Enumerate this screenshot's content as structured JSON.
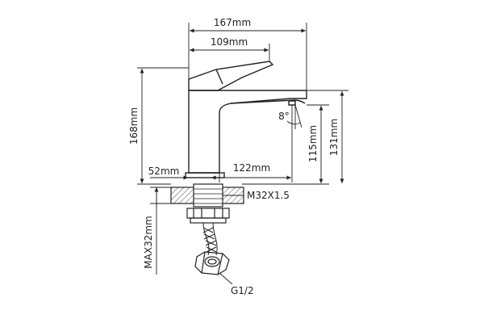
{
  "dimensions": {
    "overall_length": "167mm",
    "handle_length": "109mm",
    "total_height": "168mm",
    "spout_clearance": "115mm",
    "spout_height": "131mm",
    "base_width": "52mm",
    "spout_reach": "122mm",
    "max_counter_thickness": "MAX32mm",
    "aerator_angle": "8°"
  },
  "labels": {
    "thread": "M32X1.5",
    "inlet": "G1/2"
  }
}
